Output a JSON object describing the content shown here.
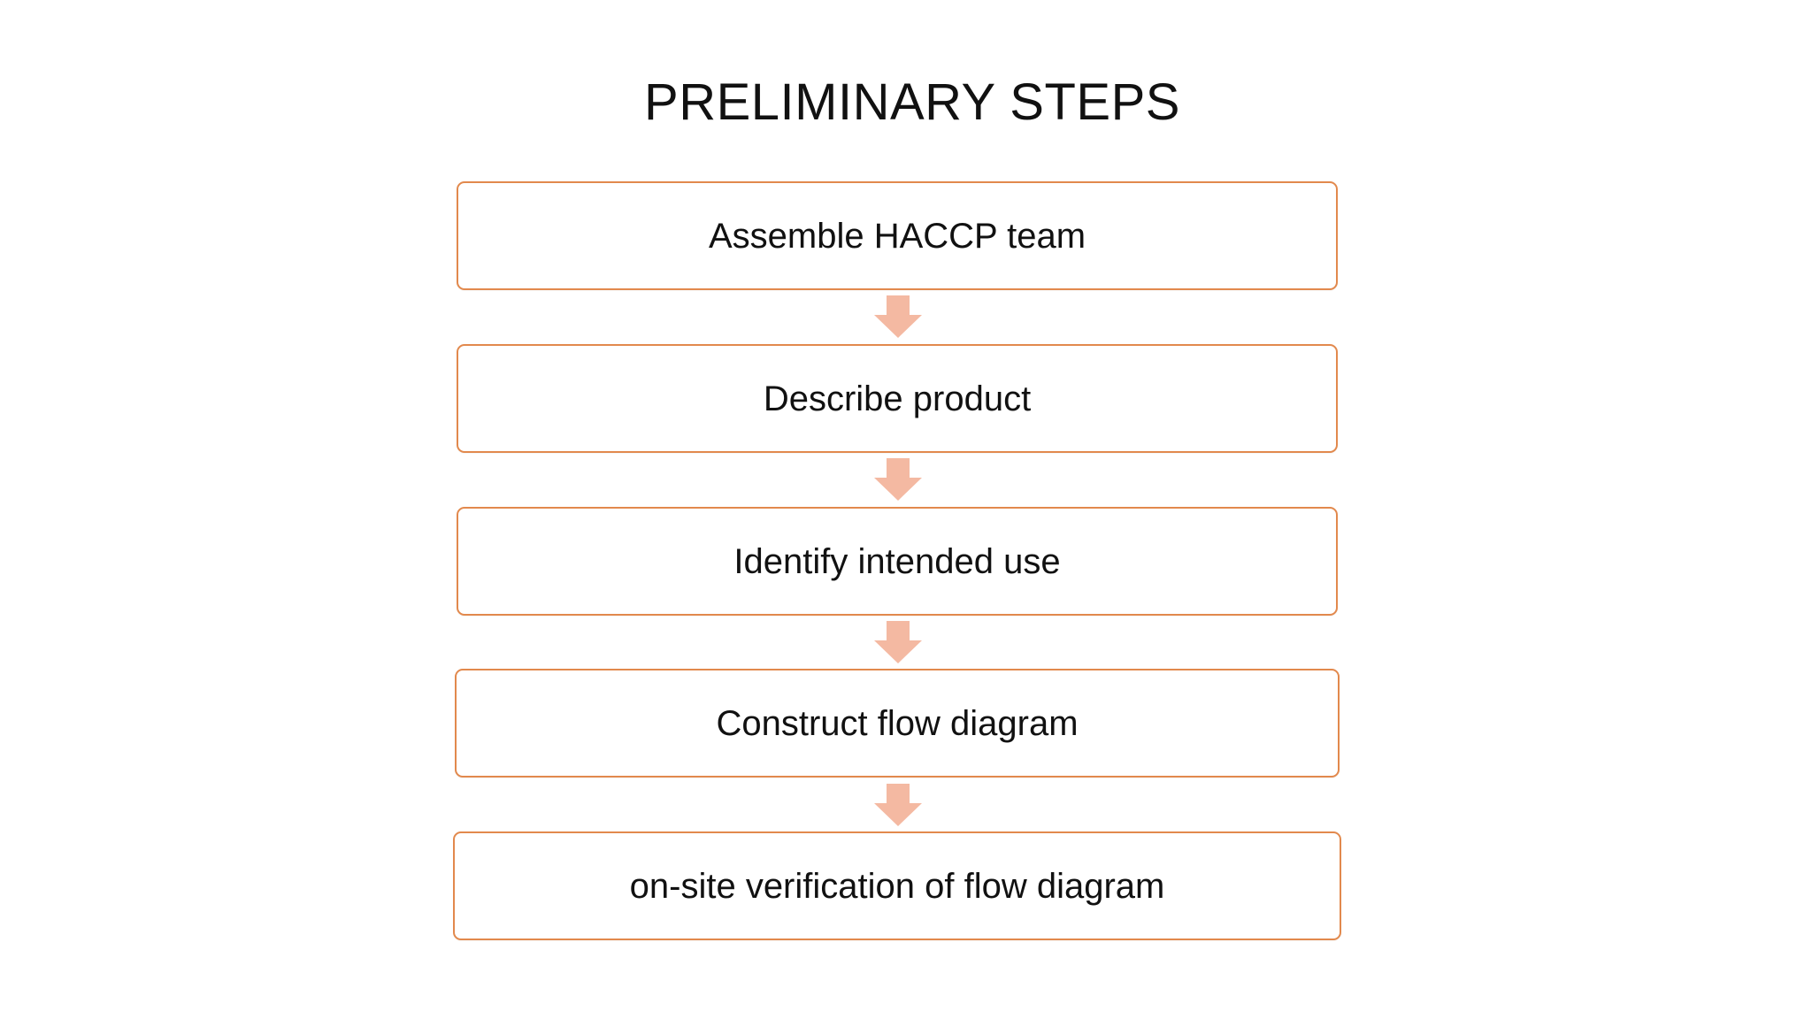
{
  "slide": {
    "title": "PRELIMINARY STEPS"
  },
  "colors": {
    "box_border": "#E2894D",
    "arrow_fill": "#F4B9A2",
    "text": "#111111",
    "background": "#FFFFFF"
  },
  "steps": [
    {
      "label": "Assemble HACCP team"
    },
    {
      "label": "Describe product"
    },
    {
      "label": "Identify intended use"
    },
    {
      "label": "Construct flow diagram"
    },
    {
      "label": "on-site verification of flow diagram"
    }
  ],
  "connectors": {
    "icon": "down-arrow-icon",
    "count": 4
  }
}
